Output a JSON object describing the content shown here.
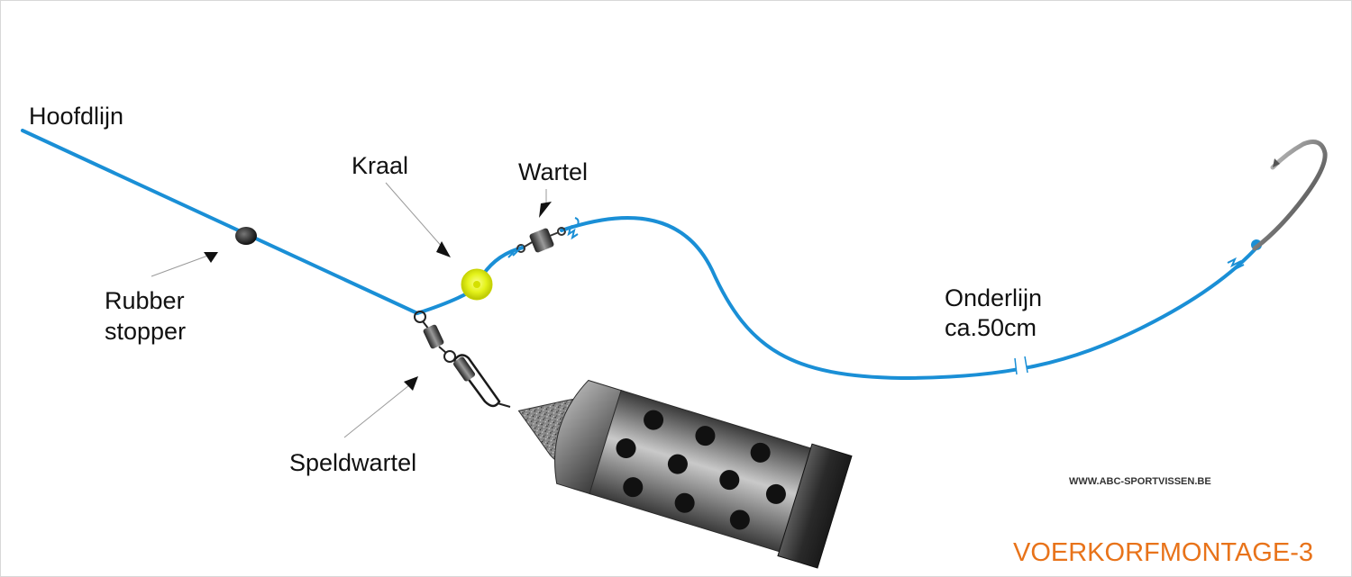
{
  "labels": {
    "main_line": "Hoofdlijn",
    "bead": "Kraal",
    "swivel": "Wartel",
    "rubber_stopper_line1": "Rubber",
    "rubber_stopper_line2": "stopper",
    "hooklength_line1": "Onderlijn",
    "hooklength_line2": "ca.50cm",
    "snap_swivel": "Speldwartel"
  },
  "credit": "WWW.ABC-SPORTVISSEN.BE",
  "title": "VOERKORFMONTAGE-3",
  "colors": {
    "line": "#1a8fd6",
    "bead": "#e4f21a",
    "title": "#e8731a",
    "feeder_body": "#6a6a6a",
    "holes": "#111111"
  }
}
